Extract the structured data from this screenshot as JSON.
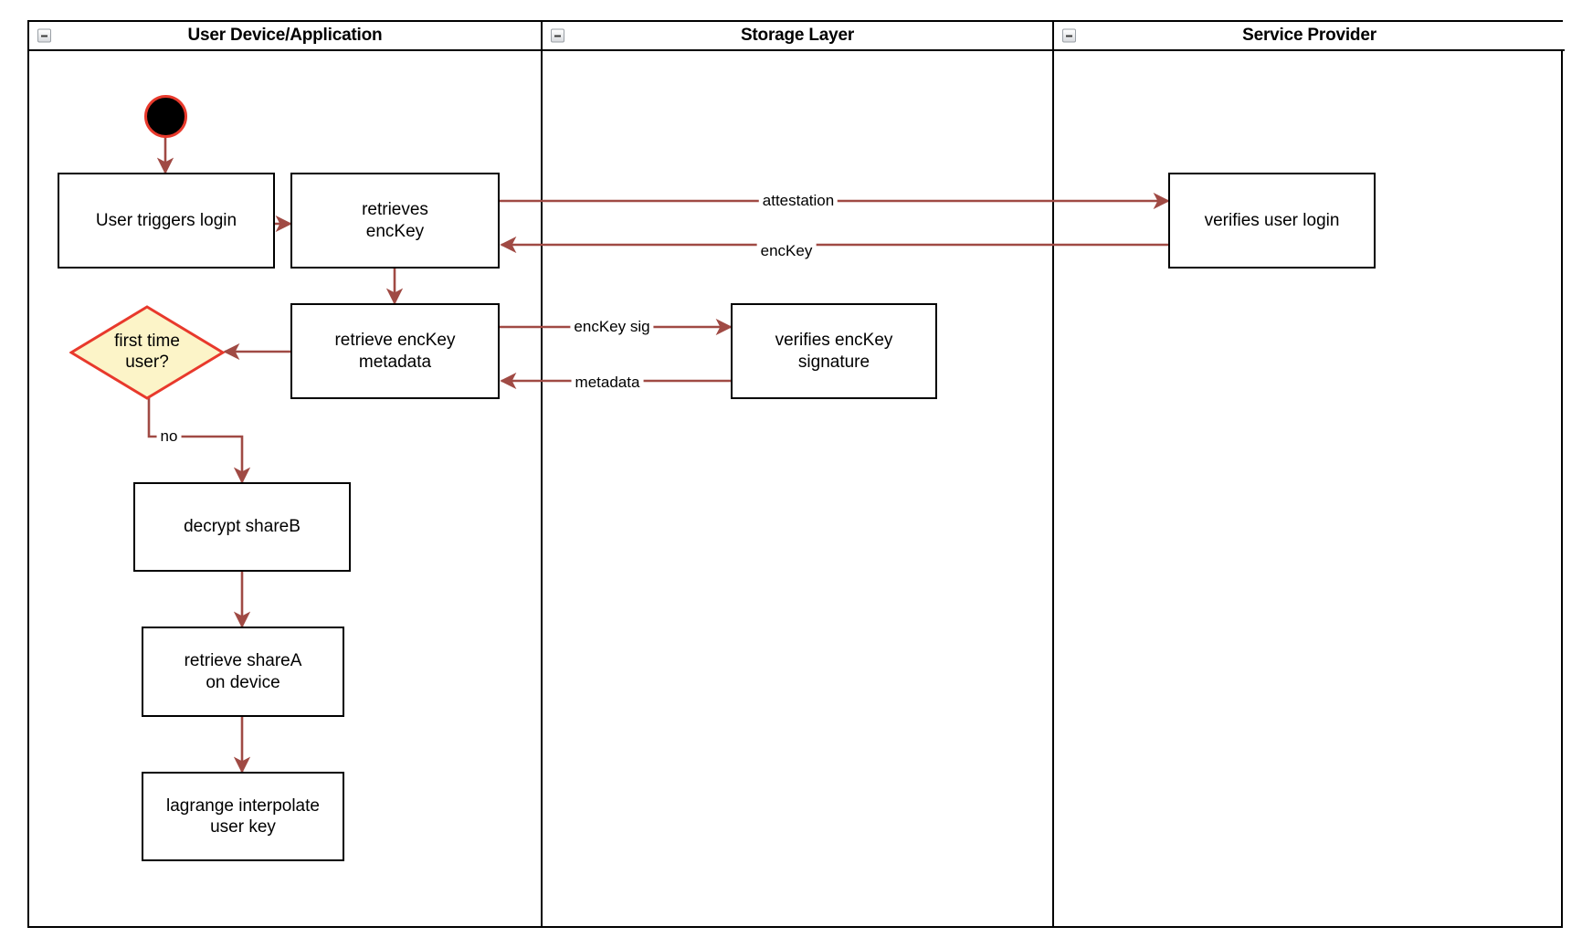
{
  "diagram": {
    "title": "Login flow swimlane activity diagram",
    "colors": {
      "edge": "#a04a44",
      "decision_fill": "#fcf4c8",
      "decision_stroke": "#e8392c",
      "start_fill": "#000000",
      "start_stroke": "#e8392c",
      "node_stroke": "#000000",
      "lane_stroke": "#000000",
      "background": "#ffffff"
    }
  },
  "lanes": [
    {
      "id": "user-device",
      "title": "User Device/Application",
      "collapse_icon": "collapse-minus-icon"
    },
    {
      "id": "storage-layer",
      "title": "Storage Layer",
      "collapse_icon": "collapse-minus-icon"
    },
    {
      "id": "service-provider",
      "title": "Service Provider",
      "collapse_icon": "collapse-minus-icon"
    }
  ],
  "nodes": [
    {
      "id": "start",
      "type": "start",
      "lane": "user-device",
      "label": ""
    },
    {
      "id": "user-triggers-login",
      "type": "action",
      "lane": "user-device",
      "label": "User triggers login"
    },
    {
      "id": "retrieves-enckey",
      "type": "action",
      "lane": "user-device",
      "label": "retrieves\nencKey"
    },
    {
      "id": "retrieve-enckey-metadata",
      "type": "action",
      "lane": "user-device",
      "label": "retrieve encKey\nmetadata"
    },
    {
      "id": "first-time-user",
      "type": "decision",
      "lane": "user-device",
      "label": "first time\nuser?"
    },
    {
      "id": "decrypt-shareb",
      "type": "action",
      "lane": "user-device",
      "label": "decrypt shareB"
    },
    {
      "id": "retrieve-sharea-on-device",
      "type": "action",
      "lane": "user-device",
      "label": "retrieve shareA\non device"
    },
    {
      "id": "lagrange-interpolate-user-key",
      "type": "action",
      "lane": "user-device",
      "label": "lagrange interpolate\nuser key"
    },
    {
      "id": "verifies-enckey-signature",
      "type": "action",
      "lane": "storage-layer",
      "label": "verifies encKey\nsignature"
    },
    {
      "id": "verifies-user-login",
      "type": "action",
      "lane": "service-provider",
      "label": "verifies user login"
    }
  ],
  "edges": [
    {
      "id": "e1",
      "from": "start",
      "to": "user-triggers-login",
      "label": ""
    },
    {
      "id": "e2",
      "from": "user-triggers-login",
      "to": "retrieves-enckey",
      "label": ""
    },
    {
      "id": "e3",
      "from": "retrieves-enckey",
      "to": "verifies-user-login",
      "label": "attestation"
    },
    {
      "id": "e4",
      "from": "verifies-user-login",
      "to": "retrieves-enckey",
      "label": "encKey"
    },
    {
      "id": "e5",
      "from": "retrieves-enckey",
      "to": "retrieve-enckey-metadata",
      "label": ""
    },
    {
      "id": "e6",
      "from": "retrieve-enckey-metadata",
      "to": "verifies-enckey-signature",
      "label": "encKey sig"
    },
    {
      "id": "e7",
      "from": "verifies-enckey-signature",
      "to": "retrieve-enckey-metadata",
      "label": "metadata"
    },
    {
      "id": "e8",
      "from": "retrieve-enckey-metadata",
      "to": "first-time-user",
      "label": ""
    },
    {
      "id": "e9",
      "from": "first-time-user",
      "to": "decrypt-shareb",
      "label": "no"
    },
    {
      "id": "e10",
      "from": "decrypt-shareb",
      "to": "retrieve-sharea-on-device",
      "label": ""
    },
    {
      "id": "e11",
      "from": "retrieve-sharea-on-device",
      "to": "lagrange-interpolate-user-key",
      "label": ""
    }
  ],
  "labels": {
    "attestation": "attestation",
    "enckey": "encKey",
    "enckey_sig": "encKey sig",
    "metadata": "metadata",
    "no": "no"
  }
}
